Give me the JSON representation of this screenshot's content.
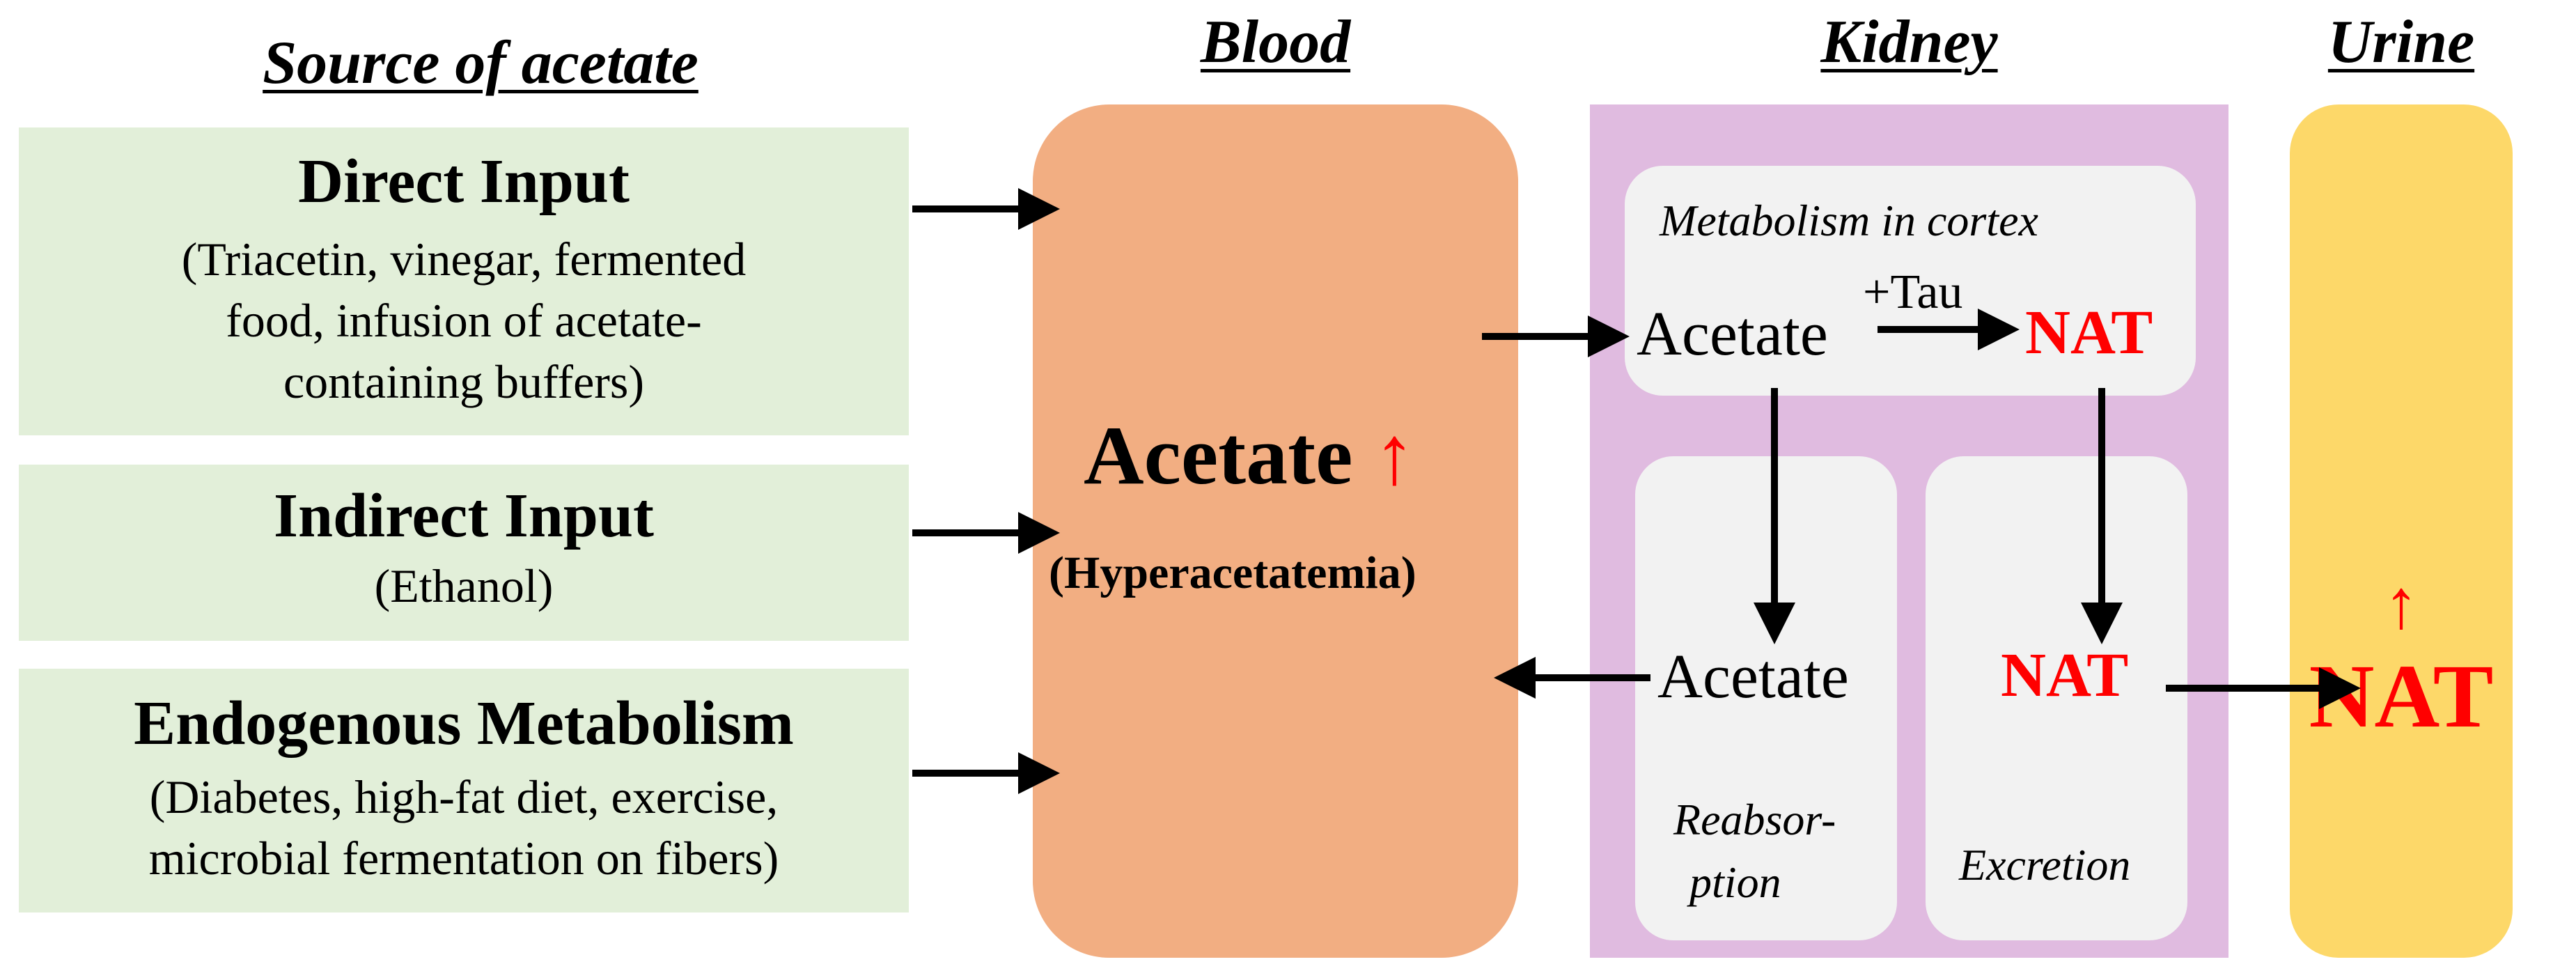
{
  "headings": {
    "source": "Source of acetate",
    "blood": "Blood",
    "kidney": "Kidney",
    "urine": "Urine"
  },
  "sources": [
    {
      "title": "Direct Input",
      "desc_lines": [
        "(Triacetin, vinegar, fermented",
        "food, infusion of acetate-",
        "containing buffers)"
      ]
    },
    {
      "title": "Indirect Input",
      "desc_lines": [
        "(Ethanol)"
      ]
    },
    {
      "title": "Endogenous Metabolism",
      "desc_lines": [
        "(Diabetes, high-fat diet, exercise,",
        "microbial fermentation on fibers)"
      ]
    }
  ],
  "blood": {
    "main": "Acetate",
    "arrow": "↑",
    "sub": "(Hyperacetatemia)"
  },
  "kidney": {
    "cortex_label": "Metabolism in cortex",
    "acetate": "Acetate",
    "tau": "+Tau",
    "nat": "NAT",
    "reabsorbed_acetate": "Acetate",
    "reabsorption_label_1": "Reabsor-",
    "reabsorption_label_2": "ption",
    "excreted_nat": "NAT",
    "excretion_label": "Excretion"
  },
  "urine": {
    "arrow": "↑",
    "nat": "NAT"
  },
  "colors": {
    "source_box": "#e2efd9",
    "blood": "#f2ae82",
    "kidney": "#e0bbe0",
    "kidney_inner": "#f2f2f2",
    "urine": "#fdd869",
    "highlight": "#ff0000"
  }
}
